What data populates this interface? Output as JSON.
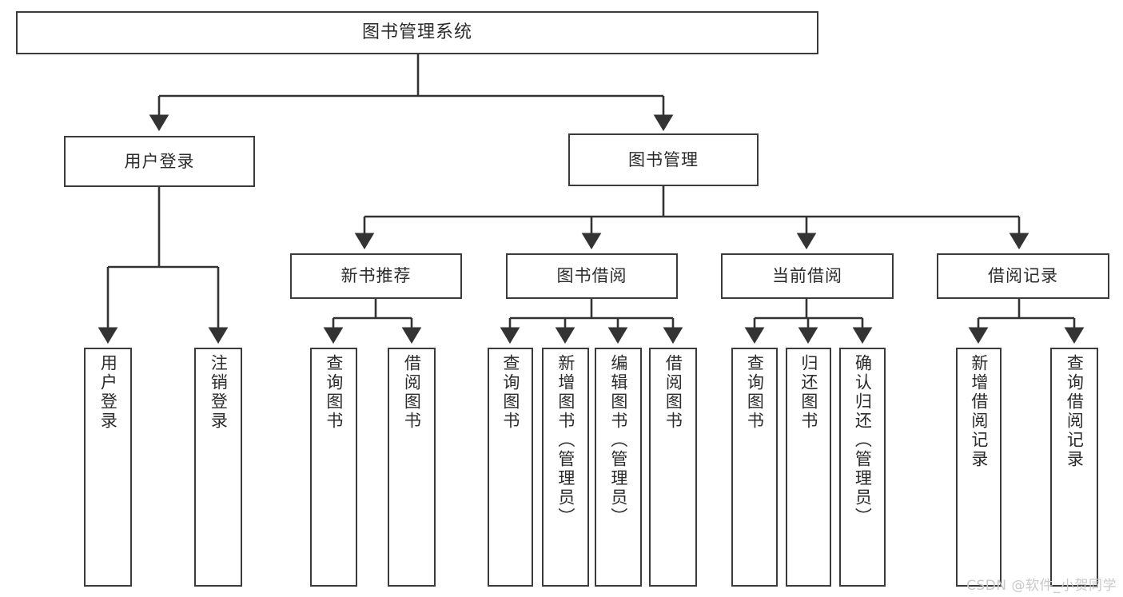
{
  "diagram": {
    "title": "图书管理系统",
    "type": "tree-hierarchy",
    "watermark": "CSDN @软件_小贺同学",
    "colors": {
      "box_border": "#3b3b3b",
      "box_fill": "#ffffff",
      "connector": "#333333",
      "text": "#2b2b2b",
      "watermark": "#c9c9c9"
    },
    "root": {
      "label": "图书管理系统"
    },
    "level2": [
      {
        "id": "user-login",
        "label": "用户登录"
      },
      {
        "id": "book-manage",
        "label": "图书管理"
      }
    ],
    "level3": [
      {
        "id": "new-book-recommend",
        "label": "新书推荐"
      },
      {
        "id": "book-borrow",
        "label": "图书借阅"
      },
      {
        "id": "current-borrow",
        "label": "当前借阅"
      },
      {
        "id": "borrow-record",
        "label": "借阅记录"
      }
    ],
    "leaves": {
      "user_login": [
        {
          "id": "leaf-user-login",
          "label": "用户登录"
        },
        {
          "id": "leaf-logout-login",
          "label": "注销登录"
        }
      ],
      "new_book_recommend": [
        {
          "id": "leaf-query-book-1",
          "label": "查询图书"
        },
        {
          "id": "leaf-borrow-book-1",
          "label": "借阅图书"
        }
      ],
      "book_borrow": [
        {
          "id": "leaf-query-book-2",
          "label": "查询图书"
        },
        {
          "id": "leaf-add-book",
          "label": "新增图书（管理员）"
        },
        {
          "id": "leaf-edit-book",
          "label": "编辑图书（管理员）"
        },
        {
          "id": "leaf-borrow-book-2",
          "label": "借阅图书"
        }
      ],
      "current_borrow": [
        {
          "id": "leaf-query-book-3",
          "label": "查询图书"
        },
        {
          "id": "leaf-return-book",
          "label": "归还图书"
        },
        {
          "id": "leaf-confirm-return",
          "label": "确认归还（管理员）"
        }
      ],
      "borrow_record": [
        {
          "id": "leaf-add-record",
          "label": "新增借阅记录"
        },
        {
          "id": "leaf-query-record",
          "label": "查询借阅记录"
        }
      ]
    }
  }
}
